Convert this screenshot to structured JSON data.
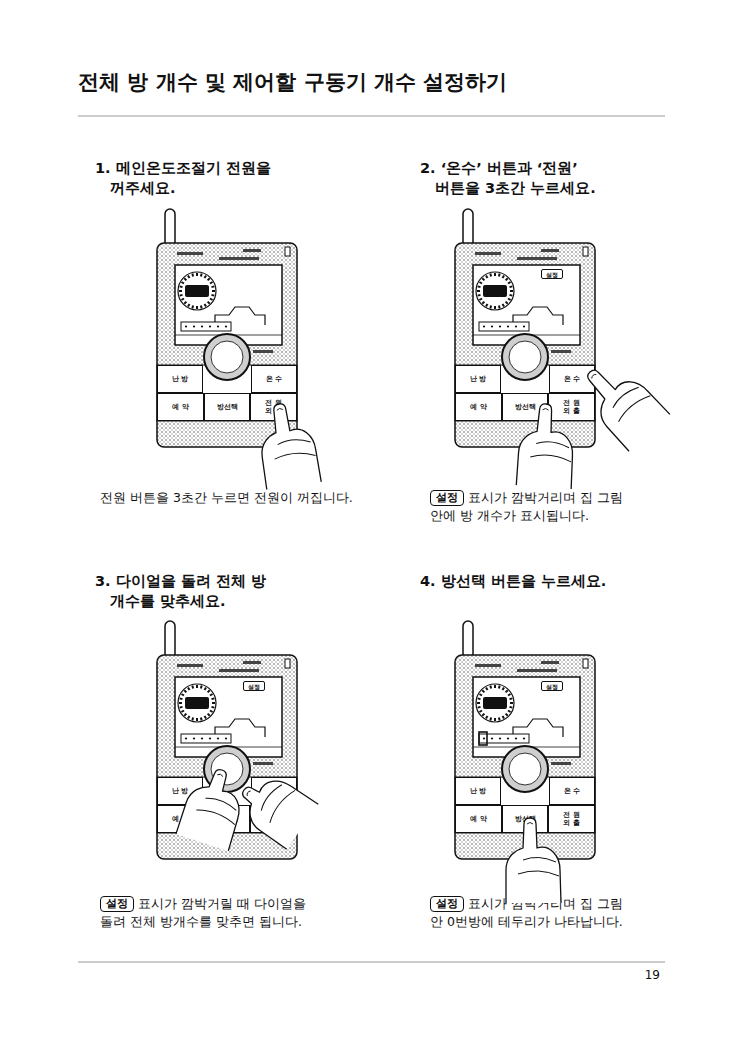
{
  "diagram": {
    "title": "전체 방 개수 및 제어할 구동기 개수 설정하기",
    "nodes": [
      {
        "text": [
          "난 방"
        ]
      },
      {
        "text": [
          "온 수"
        ]
      },
      {
        "text": [
          "예 약"
        ]
      },
      {
        "text": [
          "방선택"
        ]
      },
      {
        "text": [
          "전 원 외 출"
        ]
      },
      {
        "text": [
          "설정"
        ]
      },
      {
        "text": [
          "난 방"
        ]
      },
      {
        "text": [
          "온 수"
        ]
      },
      {
        "text": [
          "예 약"
        ]
      },
      {
        "text": [
          "방선택"
        ]
      },
      {
        "text": [
          "전 원 외 출"
        ]
      },
      {
        "text": [
          "설정"
        ]
      },
      {
        "text": [
          "설정"
        ]
      },
      {
        "text": [
          "난 방"
        ]
      },
      {
        "text": [
          "온 수"
        ]
      },
      {
        "text": [
          "예 약"
        ]
      },
      {
        "text": [
          "방선택"
        ]
      },
      {
        "text": [
          "전 원 외 출"
        ]
      },
      {
        "text": [
          "설정"
        ]
      },
      {
        "text": [
          "설정"
        ]
      },
      {
        "text": [
          "난 방"
        ]
      },
      {
        "text": [
          "온 수"
        ]
      },
      {
        "text": [
          "예 약"
        ]
      },
      {
        "text": [
          "방선택"
        ]
      },
      {
        "text": [
          "전 원 외 출"
        ]
      },
      {
        "text": [
          "설정"
        ]
      }
    ],
    "labels": [
      "1. 메인온도조절기 전원을 꺼주세요.",
      "전원 버튼을 3초간 누르면 전원이 꺼집니다.",
      "2. ‘온수’ 버튼과 ‘전원’ 버튼을 3초간 누르세요.",
      "표시가 깜박거리며 집 그림 안에 방 개수가 표시됩니다.",
      "3. 다이얼을 돌려 전체 방 개수를 맞추세요.",
      "표시가 깜박거릴 때 다이얼을 돌려 전체 방개수를 맞추면 됩니다.",
      "4. 방선택 버튼을 누르세요.",
      "표시가 깜박거리며 집 그림 안 0번방에 테두리가 나타납니다.",
      "19"
    ]
  }
}
